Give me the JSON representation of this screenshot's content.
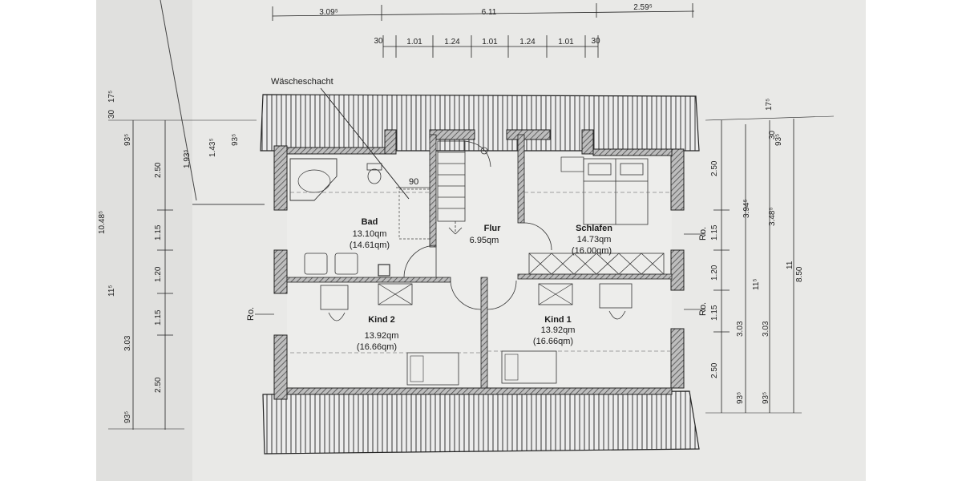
{
  "labels": {
    "shaft": "Wäscheschacht",
    "stair_width": "90",
    "window_marker": "Ro."
  },
  "rooms": [
    {
      "id": "bad",
      "name": "Bad",
      "area": "13.10qm",
      "area_gross": "(14.61qm)"
    },
    {
      "id": "flur",
      "name": "Flur",
      "area": "6.95qm",
      "area_gross": ""
    },
    {
      "id": "schlafen",
      "name": "Schlafen",
      "area": "14.73qm",
      "area_gross": "(16.00qm)"
    },
    {
      "id": "kind2",
      "name": "Kind 2",
      "area": "13.92qm",
      "area_gross": "(16.66qm)"
    },
    {
      "id": "kind1",
      "name": "Kind 1",
      "area": "13.92qm",
      "area_gross": "(16.66qm)"
    }
  ],
  "dimensions": {
    "top_main": [
      "3.09⁵",
      "6.11",
      "2.59⁵"
    ],
    "top_sub": [
      "30",
      "1.01",
      "1.24",
      "1.01",
      "1.24",
      "1.01",
      "30"
    ],
    "left_a": [
      "30",
      "17⁵",
      "93⁵",
      "1.93⁵",
      "1.43⁵",
      "93⁵"
    ],
    "left_b": [
      "2.50",
      "1.15",
      "1.20",
      "1.15",
      "2.50"
    ],
    "left_c": [
      "10.48⁵",
      "11⁵",
      "3.03",
      "93⁵"
    ],
    "right_a": [
      "17⁵",
      "30",
      "93⁵",
      "3.94⁵",
      "3.48⁵"
    ],
    "right_b": [
      "2.50",
      "1.15",
      "1.20",
      "1.15",
      "2.50"
    ],
    "right_c": [
      "11⁵",
      "3.03",
      "3.03",
      "93⁵",
      "93⁵",
      "8.50"
    ],
    "right_total": "11"
  },
  "colors": {
    "paper": "#e9e9e7",
    "ink": "#222222",
    "wall_hatch": "#555555",
    "background": "#ffffff"
  }
}
